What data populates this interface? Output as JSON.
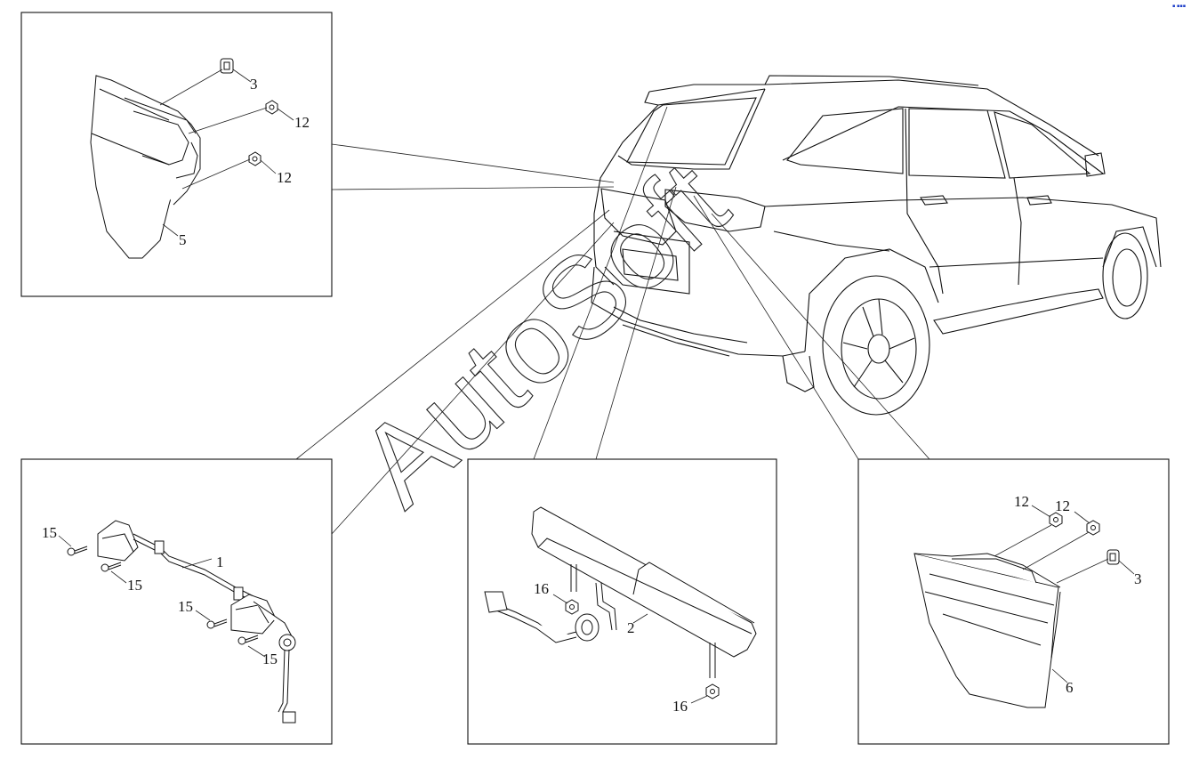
{
  "watermark": "AutoSoft",
  "corner_stamp": "▪ ▪▪▪",
  "labels": {
    "tl_3": "3",
    "tl_12a": "12",
    "tl_12b": "12",
    "tl_5": "5",
    "bl_15a": "15",
    "bl_15b": "15",
    "bl_1": "1",
    "bl_15c": "15",
    "bl_15d": "15",
    "bm_16a": "16",
    "bm_2": "2",
    "bm_16b": "16",
    "br_12a": "12",
    "br_12b": "12",
    "br_3": "3",
    "br_6": "6"
  }
}
